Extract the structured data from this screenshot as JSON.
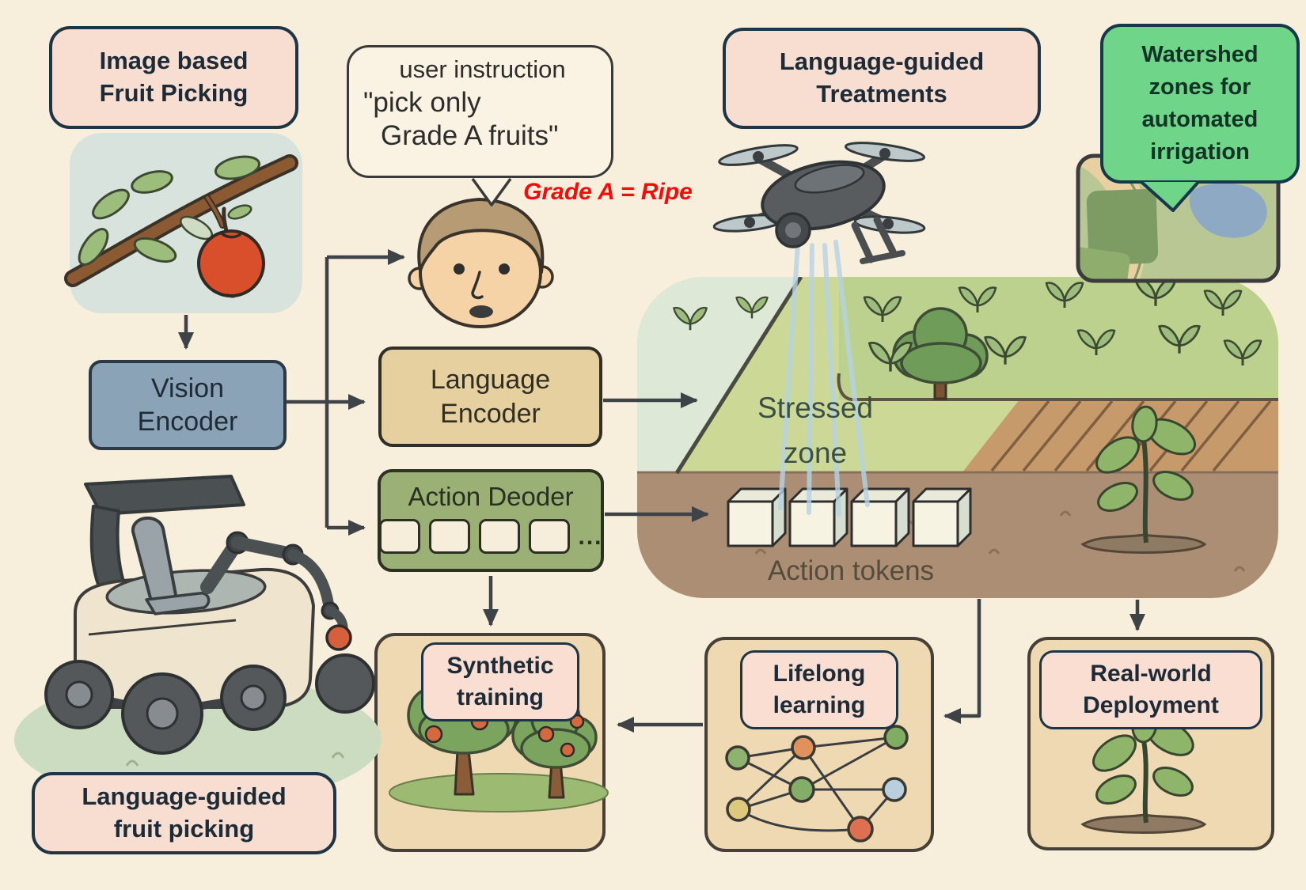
{
  "colors": {
    "background": "#f8eedc",
    "pink_label": "#f8ddd1",
    "navy_border": "#1c3547",
    "green_bubble": "#6fd588",
    "vision_box": "#8ba3b6",
    "language_box": "#e7d0a0",
    "action_box": "#9bb075",
    "panel_tan": "#eed9b2",
    "annotation_red": "#f70a0a",
    "arrow": "#3e4347"
  },
  "labels": {
    "image_fruit_picking": "Image based\nFruit Picking",
    "language_treatments": "Language-guided\nTreatments",
    "watershed": "Watershed\nzones for\nautomated\nirrigation",
    "language_fruit_picking": "Language-guided\nfruit picking"
  },
  "speech_bubble": {
    "line1": "user instruction",
    "line2": "\"pick only",
    "line3": "Grade A fruits\""
  },
  "annotation": {
    "grade_note": "Grade A = Ripe"
  },
  "encoders": {
    "vision": "Vision\nEncoder",
    "language": "Language\nEncoder",
    "action": "Action Deoder",
    "dots": "..."
  },
  "field": {
    "stressed_zone": "Stressed\nzone",
    "action_tokens": "Action tokens"
  },
  "panels": {
    "synthetic": "Synthetic\ntraining",
    "lifelong": "Lifelong\nlearning",
    "deployment": "Real-world\nDeployment"
  }
}
